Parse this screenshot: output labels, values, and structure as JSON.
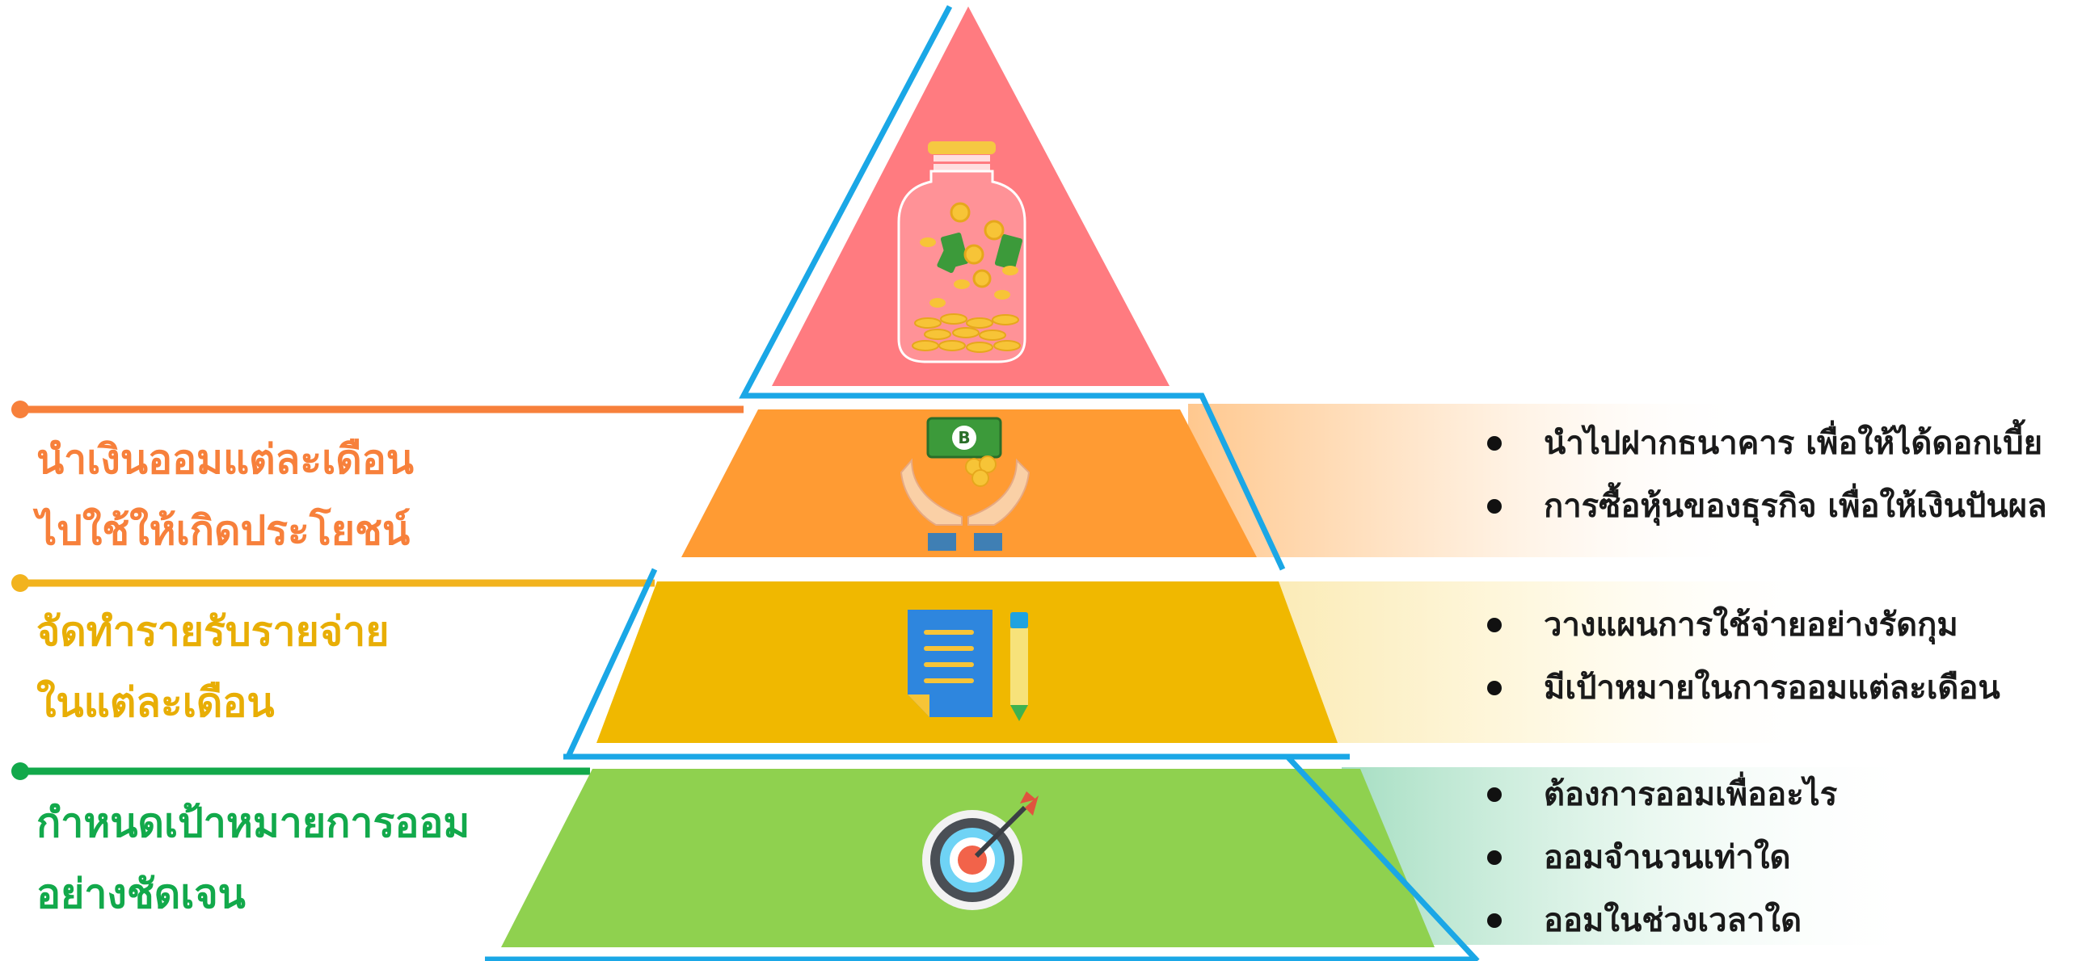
{
  "colors": {
    "top_tier": "#FF7B80",
    "tier_orange": "#FF9B33",
    "tier_yellow": "#F0B800",
    "tier_green": "#8FD14F",
    "outline_blue": "#1AA7E6",
    "label_orange": "#F7803B",
    "label_yellow": "#E8AE05",
    "label_green": "#12A94B"
  },
  "tiers": [
    {
      "id": "top",
      "icon": "money-jar-icon"
    },
    {
      "id": "invest",
      "icon": "hands-holding-money-icon",
      "label_lines": [
        "นำเงินออมแต่ละเดือน",
        "ไปใช้ให้เกิดประโยชน์"
      ],
      "bullets": [
        "นำไปฝากธนาคาร เพื่อให้ได้ดอกเบี้ย",
        "การซื้อหุ้นของธุรกิจ เพื่อให้เงินปันผล"
      ]
    },
    {
      "id": "budget",
      "icon": "document-pencil-icon",
      "label_lines": [
        "จัดทำรายรับรายจ่าย",
        "ในแต่ละเดือน"
      ],
      "bullets": [
        "วางแผนการใช้จ่ายอย่างรัดกุม",
        "มีเป้าหมายในการออมแต่ละเดือน"
      ]
    },
    {
      "id": "goal",
      "icon": "target-arrow-icon",
      "label_lines": [
        "กำหนดเป้าหมายการออม",
        "อย่างชัดเจน"
      ],
      "bullets": [
        "ต้องการออมเพื่ออะไร",
        "ออมจำนวนเท่าใด",
        "ออมในช่วงเวลาใด"
      ]
    }
  ]
}
